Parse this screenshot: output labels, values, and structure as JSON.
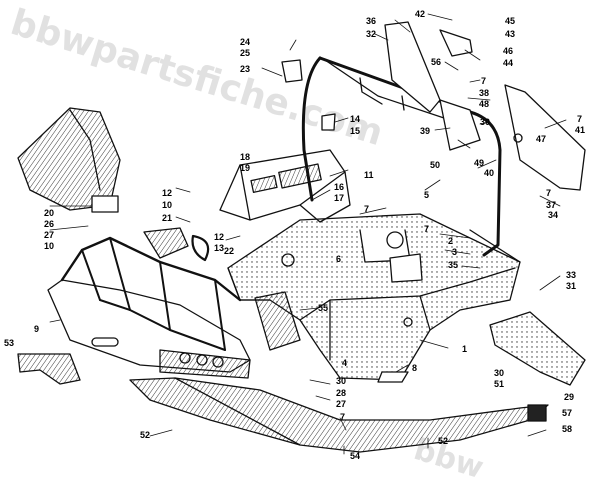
{
  "watermark": {
    "top_text": "bbwpartsfiche.com",
    "bottom_text": "bbw"
  },
  "colors": {
    "line": "#111111",
    "background": "#ffffff",
    "watermark": "#c9c9c9"
  },
  "callouts": [
    {
      "id": "c36",
      "label": "36"
    },
    {
      "id": "c42",
      "label": "42"
    },
    {
      "id": "c45",
      "label": "45"
    },
    {
      "id": "c43",
      "label": "43"
    },
    {
      "id": "c32",
      "label": "32"
    },
    {
      "id": "c46",
      "label": "46"
    },
    {
      "id": "c44",
      "label": "44"
    },
    {
      "id": "c24",
      "label": "24"
    },
    {
      "id": "c25",
      "label": "25"
    },
    {
      "id": "c23",
      "label": "23"
    },
    {
      "id": "c56",
      "label": "56"
    },
    {
      "id": "c7a",
      "label": "7"
    },
    {
      "id": "c38",
      "label": "38"
    },
    {
      "id": "c48",
      "label": "48"
    },
    {
      "id": "c7b",
      "label": "7"
    },
    {
      "id": "c41",
      "label": "41"
    },
    {
      "id": "c14",
      "label": "14"
    },
    {
      "id": "c15",
      "label": "15"
    },
    {
      "id": "c39",
      "label": "39"
    },
    {
      "id": "c30a",
      "label": "30"
    },
    {
      "id": "c47",
      "label": "47"
    },
    {
      "id": "c50",
      "label": "50"
    },
    {
      "id": "c18",
      "label": "18"
    },
    {
      "id": "c19",
      "label": "19"
    },
    {
      "id": "c49",
      "label": "49"
    },
    {
      "id": "c40",
      "label": "40"
    },
    {
      "id": "c11",
      "label": "11"
    },
    {
      "id": "c5",
      "label": "5"
    },
    {
      "id": "c16",
      "label": "16"
    },
    {
      "id": "c17",
      "label": "17"
    },
    {
      "id": "c7c",
      "label": "7"
    },
    {
      "id": "c37",
      "label": "37"
    },
    {
      "id": "c34",
      "label": "34"
    },
    {
      "id": "c7d",
      "label": "7"
    },
    {
      "id": "c12a",
      "label": "12"
    },
    {
      "id": "c10a",
      "label": "10"
    },
    {
      "id": "c20",
      "label": "20"
    },
    {
      "id": "c26",
      "label": "26"
    },
    {
      "id": "c27a",
      "label": "27"
    },
    {
      "id": "c21",
      "label": "21"
    },
    {
      "id": "c12b",
      "label": "12"
    },
    {
      "id": "c13",
      "label": "13"
    },
    {
      "id": "c22",
      "label": "22"
    },
    {
      "id": "c10b",
      "label": "10"
    },
    {
      "id": "c7e",
      "label": "7"
    },
    {
      "id": "c2",
      "label": "2"
    },
    {
      "id": "c6",
      "label": "6"
    },
    {
      "id": "c3",
      "label": "3"
    },
    {
      "id": "c35",
      "label": "35"
    },
    {
      "id": "c33",
      "label": "33"
    },
    {
      "id": "c31",
      "label": "31"
    },
    {
      "id": "c9",
      "label": "9"
    },
    {
      "id": "c55",
      "label": "55"
    },
    {
      "id": "c53",
      "label": "53"
    },
    {
      "id": "c1",
      "label": "1"
    },
    {
      "id": "c4",
      "label": "4"
    },
    {
      "id": "c30b",
      "label": "30"
    },
    {
      "id": "c28",
      "label": "28"
    },
    {
      "id": "c27b",
      "label": "27"
    },
    {
      "id": "c8",
      "label": "8"
    },
    {
      "id": "c30c",
      "label": "30"
    },
    {
      "id": "c51",
      "label": "51"
    },
    {
      "id": "c29",
      "label": "29"
    },
    {
      "id": "c7f",
      "label": "7"
    },
    {
      "id": "c52a",
      "label": "52"
    },
    {
      "id": "c57",
      "label": "57"
    },
    {
      "id": "c58",
      "label": "58"
    },
    {
      "id": "c52b",
      "label": "52"
    },
    {
      "id": "c54",
      "label": "54"
    }
  ]
}
